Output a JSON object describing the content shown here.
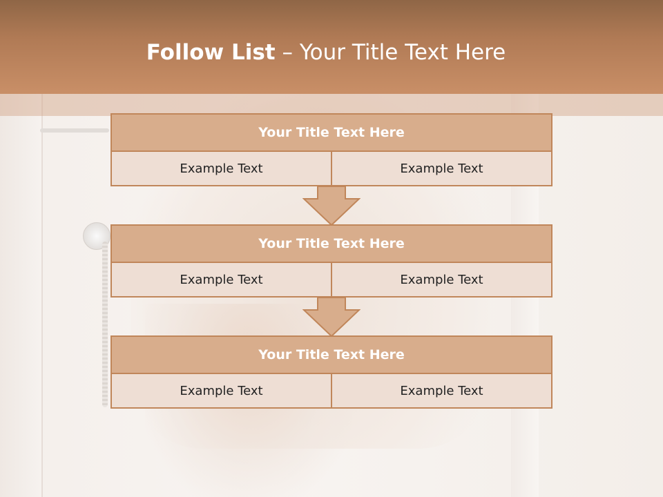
{
  "title": {
    "bold_part": "Follow List",
    "rest_part": " – Your Title Text Here"
  },
  "blocks": [
    {
      "title": "Your Title Text Here",
      "left": "Example Text",
      "right": "Example Text"
    },
    {
      "title": "Your Title Text Here",
      "left": "Example Text",
      "right": "Example Text"
    },
    {
      "title": "Your Title Text Here",
      "left": "Example Text",
      "right": "Example Text"
    }
  ],
  "colors": {
    "header": "#b07a55",
    "block_header": "#d8ad8c",
    "block_cell": "#eeded4",
    "border": "#c0865a"
  }
}
